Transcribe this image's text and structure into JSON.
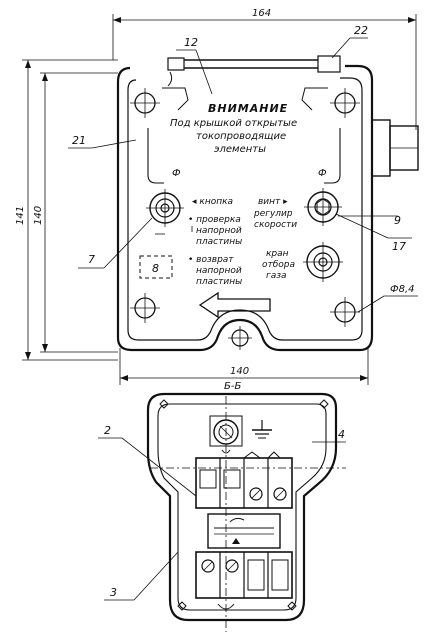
{
  "callouts": {
    "c12": "12",
    "c22": "22",
    "c21": "21",
    "c7": "7",
    "c9": "9",
    "c17": "17",
    "c2": "2",
    "c4": "4",
    "c3": "3"
  },
  "dimensions": {
    "width_top": "164",
    "width_bottom": "140",
    "height_outer": "141",
    "height_inner": "140",
    "hole": "Ф8,4"
  },
  "section": {
    "label": "Б-Б"
  },
  "plate": {
    "warning_title": "ВНИМАНИЕ",
    "warning_line1": "Под крышкой открытые",
    "warning_line2": "токопроводящие",
    "warning_line3": "элементы",
    "button_line1": "◂ кнопка",
    "check_line1": "• проверка",
    "check_line2": "напорной",
    "check_line3": "пластины",
    "return_line1": "• возврат",
    "return_line2": "напорной",
    "return_line3": "пластины",
    "screw_line1": "винт ▸",
    "screw_line2": "регулир",
    "screw_line3": "скорости",
    "valve_line1": "кран",
    "valve_line2": "отбора",
    "valve_line3": "газа",
    "box_label": "8"
  }
}
